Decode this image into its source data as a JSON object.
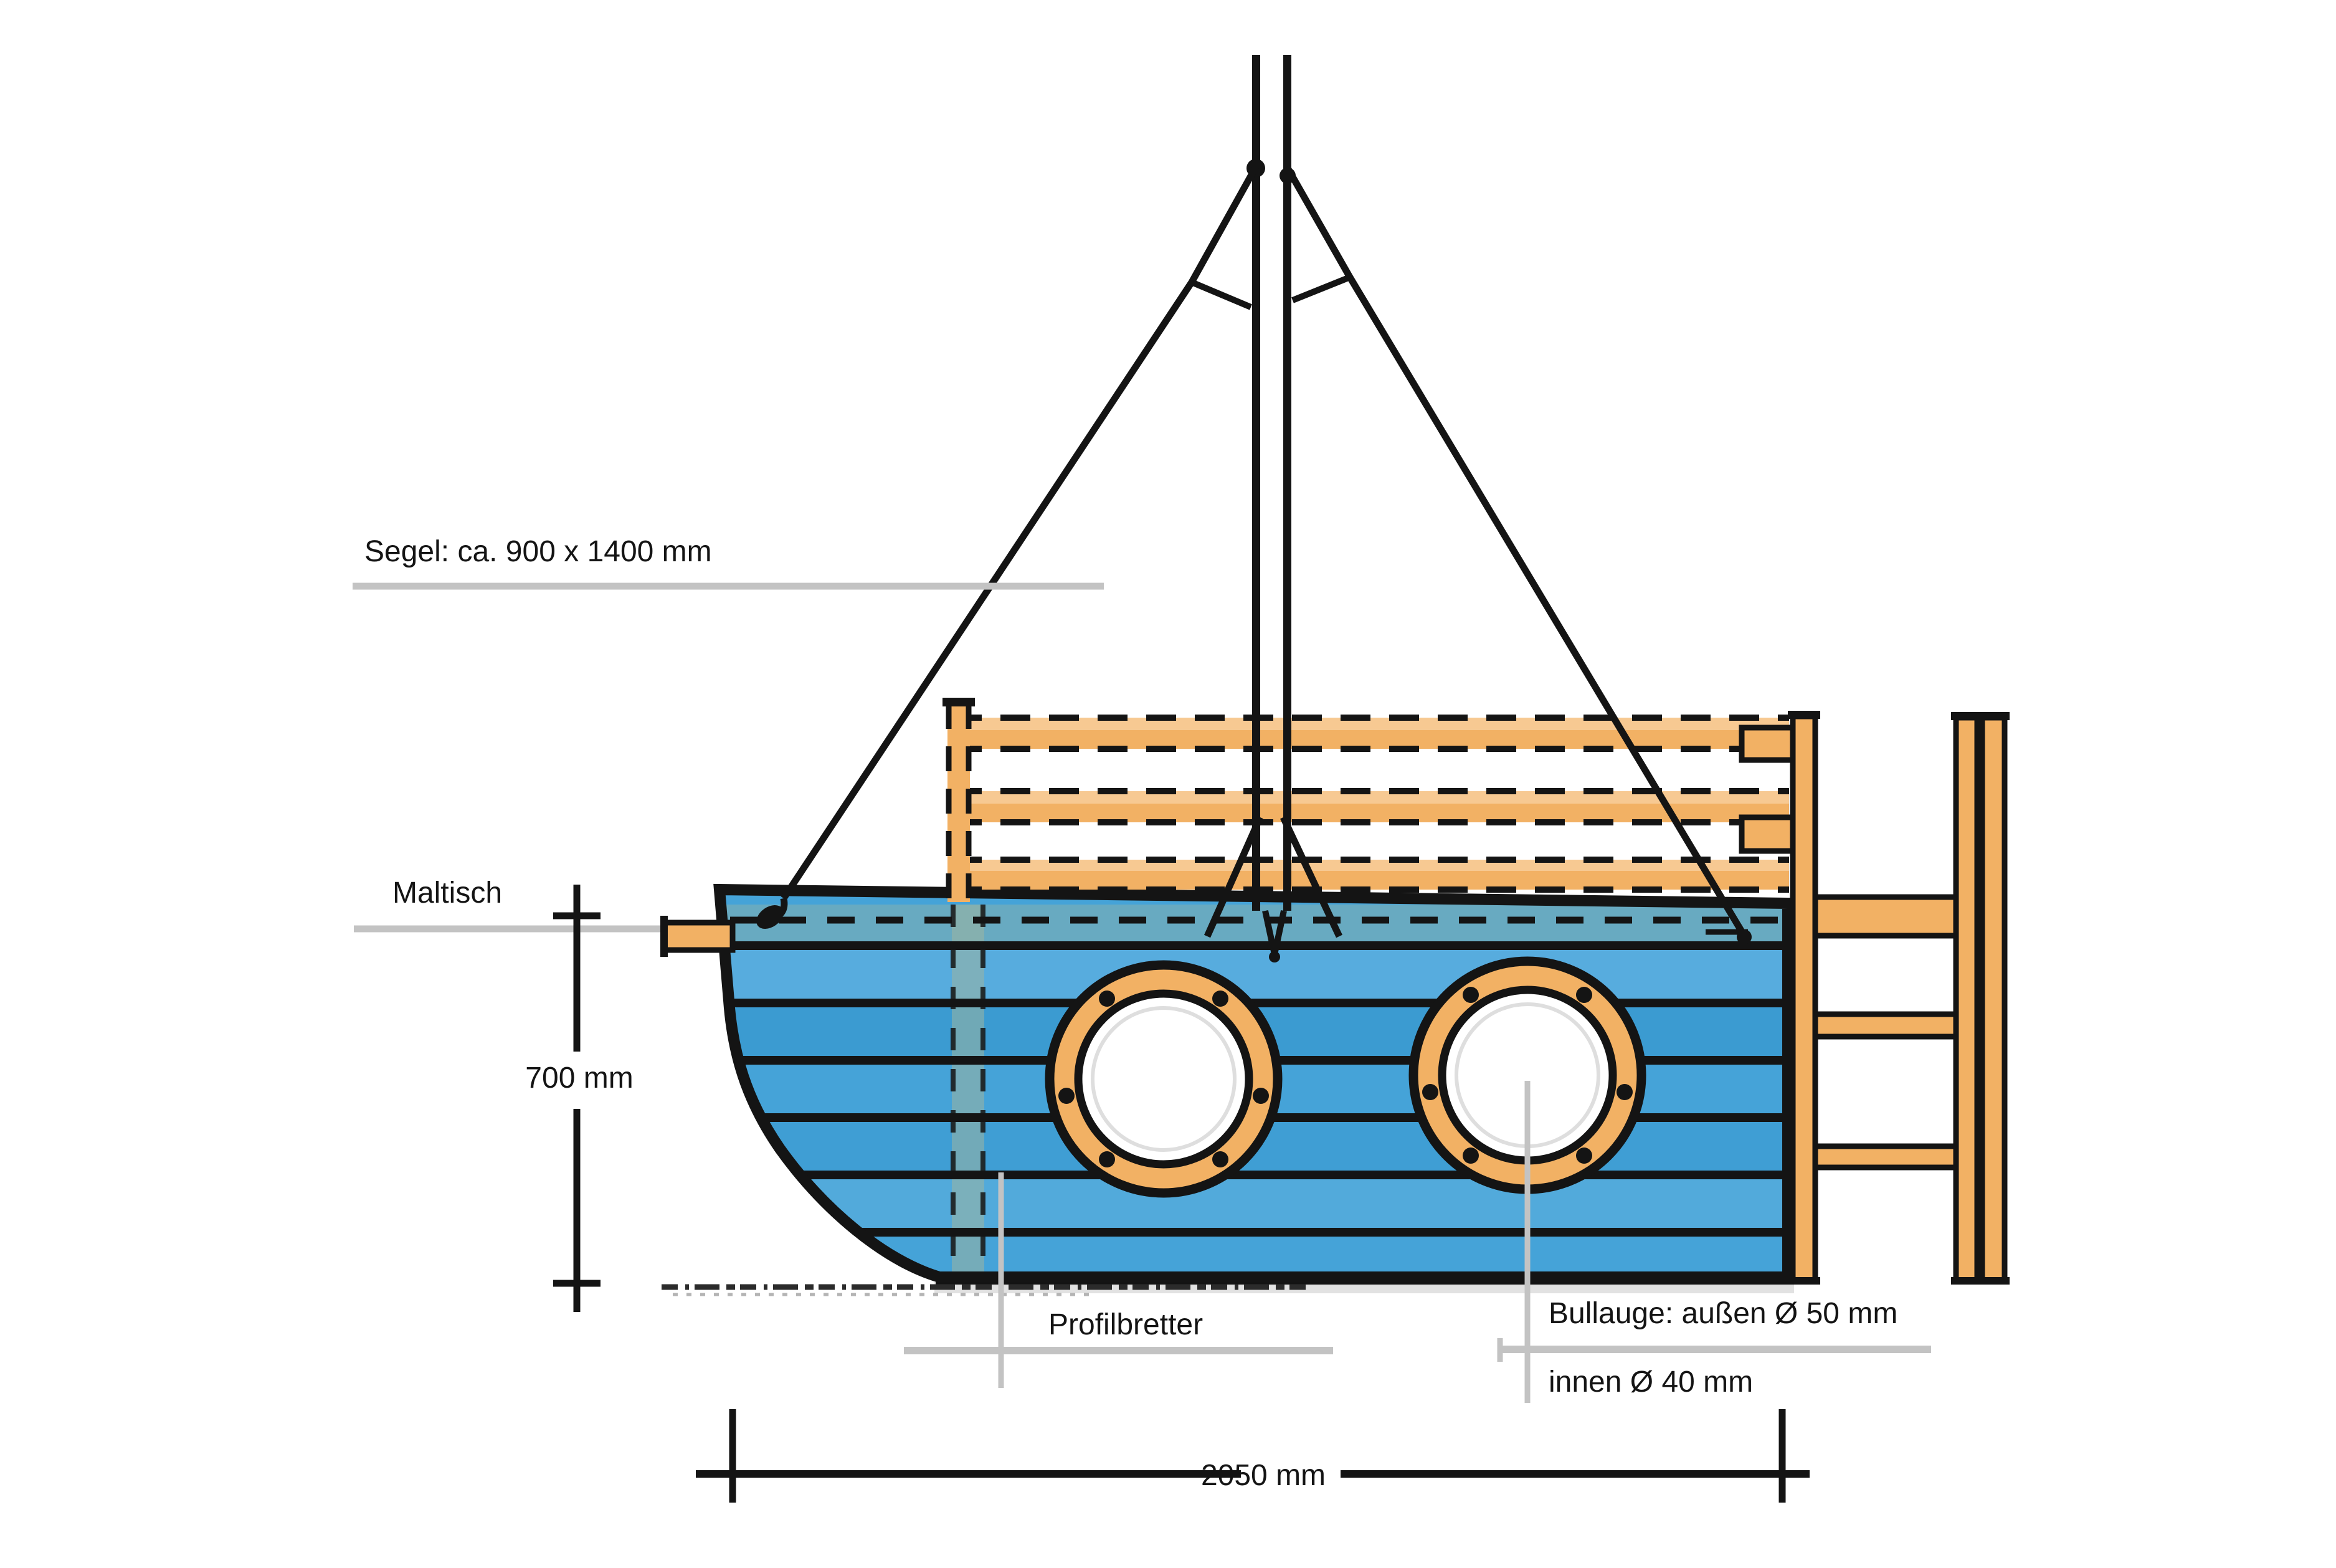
{
  "diagram": {
    "labels": {
      "sail": "Segel: ca. 900 x 1400 mm",
      "table": "Maltisch",
      "height": "700 mm",
      "boards": "Profilbretter",
      "porthole_outer": "Bullauge: außen Ø 50 mm",
      "porthole_inner": "innen Ø 40 mm",
      "length": "2050 mm"
    },
    "colors": {
      "paper": "#ffffff",
      "ink": "#141414",
      "hull_blue": "#45a3d8",
      "hull_blue_light": "#82c4ea",
      "hull_blue_dark": "#2c8ec7",
      "wood": "#f2b164",
      "wood_light": "#f8d09d",
      "wood_dark": "#e3953f",
      "deck_green": "#9db4a0",
      "leader_gray": "#c3c3c3",
      "ground": "#2b2b2b"
    }
  }
}
